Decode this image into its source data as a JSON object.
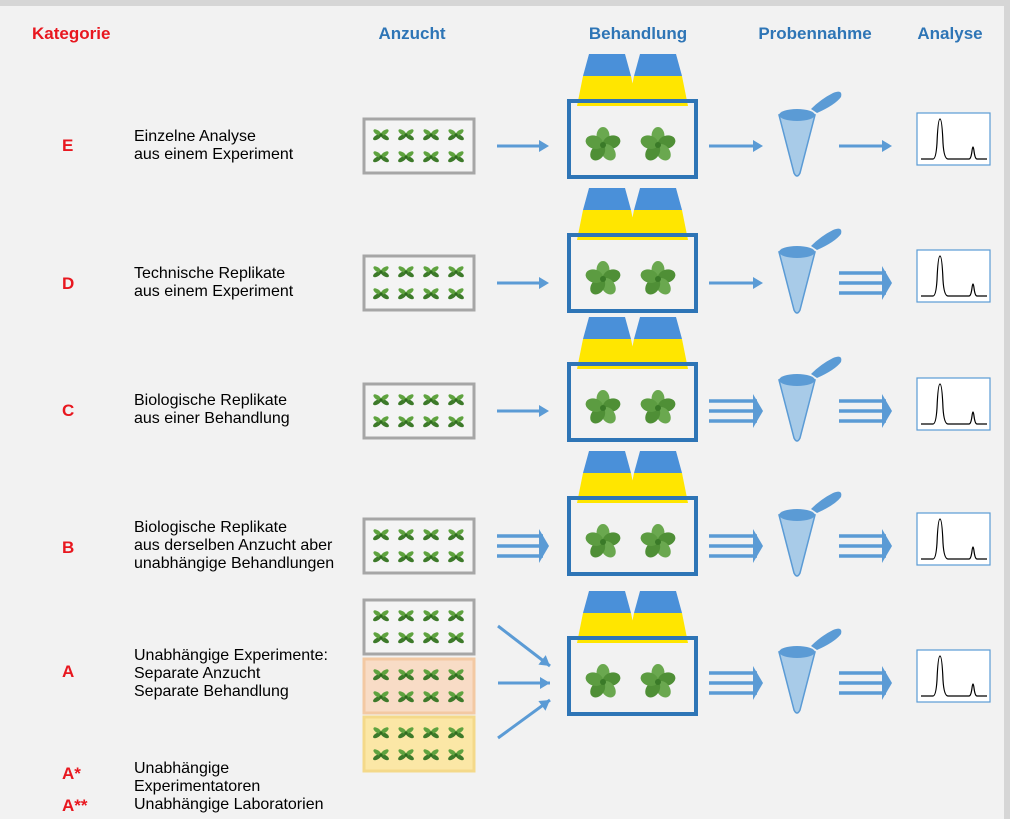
{
  "headers": {
    "kategorie": "Kategorie",
    "anzucht": "Anzucht",
    "behandlung": "Behandlung",
    "probennahme": "Probennahme",
    "analyse": "Analyse"
  },
  "rows": [
    {
      "category": "E",
      "lines": [
        "Einzelne Analyse",
        "aus einem Experiment"
      ],
      "arrows": [
        1,
        1,
        1
      ]
    },
    {
      "category": "D",
      "lines": [
        "Technische Replikate",
        "aus einem Experiment"
      ],
      "arrows": [
        1,
        1,
        3
      ]
    },
    {
      "category": "C",
      "lines": [
        "Biologische Replikate",
        "aus einer Behandlung"
      ],
      "arrows": [
        1,
        3,
        3
      ]
    },
    {
      "category": "B",
      "lines": [
        "Biologische Replikate",
        "aus derselben Anzucht aber",
        "unabhängige Behandlungen"
      ],
      "arrows": [
        3,
        3,
        3
      ]
    },
    {
      "category": "A",
      "lines": [
        "Unabhängige Experimente:",
        "Separate Anzucht",
        "Separate Behandlung"
      ],
      "arrows": [
        "converge",
        3,
        3
      ]
    }
  ],
  "footnotes": [
    {
      "category": "A*",
      "lines": [
        "Unabhängige",
        "Experimentatoren"
      ]
    },
    {
      "category": "A**",
      "lines": [
        "Unabhängige Laboratorien"
      ]
    }
  ],
  "colors": {
    "category_red": "#e8171f",
    "header_blue": "#2e75b6",
    "arrow_blue": "#5b9bd5",
    "lamp_yellow": "#ffe600",
    "lamp_cap": "#4a90d9",
    "tray_gray_border": "#a6a6a6",
    "tray_orange_bg": "#f8dcc6",
    "tray_yellow_bg": "#fbe7a6"
  }
}
